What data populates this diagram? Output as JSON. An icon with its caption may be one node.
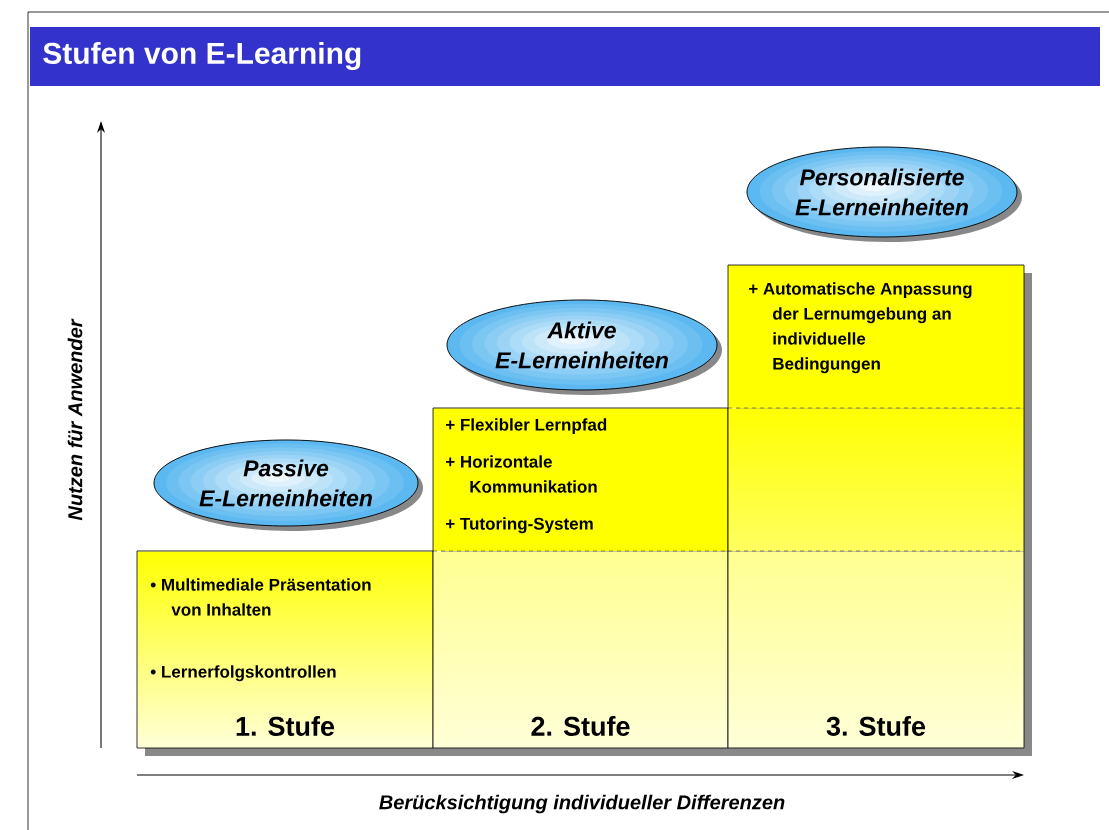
{
  "diagram": {
    "title": "Stufen von E-Learning",
    "nodes": [
      {
        "text": [
          "Passive E-Lerneinheiten"
        ]
      },
      {
        "text": [
          "• Multimediale Präsentation von Inhalten",
          "• Lernerfolgskontrollen",
          "1. Stufe"
        ]
      },
      {
        "text": [
          "Aktive E-Lerneinheiten"
        ]
      },
      {
        "text": [
          "+ Flexibler Lernpfad",
          "+ Horizontale Kommunikation",
          "+ Tutoring-System",
          "2. Stufe"
        ]
      },
      {
        "text": [
          "Personalisierte E-Lerneinheiten"
        ]
      },
      {
        "text": [
          "+ Automatische Anpassung der Lernumgebung an individuelle Bedingungen",
          "3. Stufe"
        ]
      }
    ],
    "labels": [
      "Nutzen für Anwender",
      "Berücksichtigung individueller Differenzen"
    ]
  }
}
